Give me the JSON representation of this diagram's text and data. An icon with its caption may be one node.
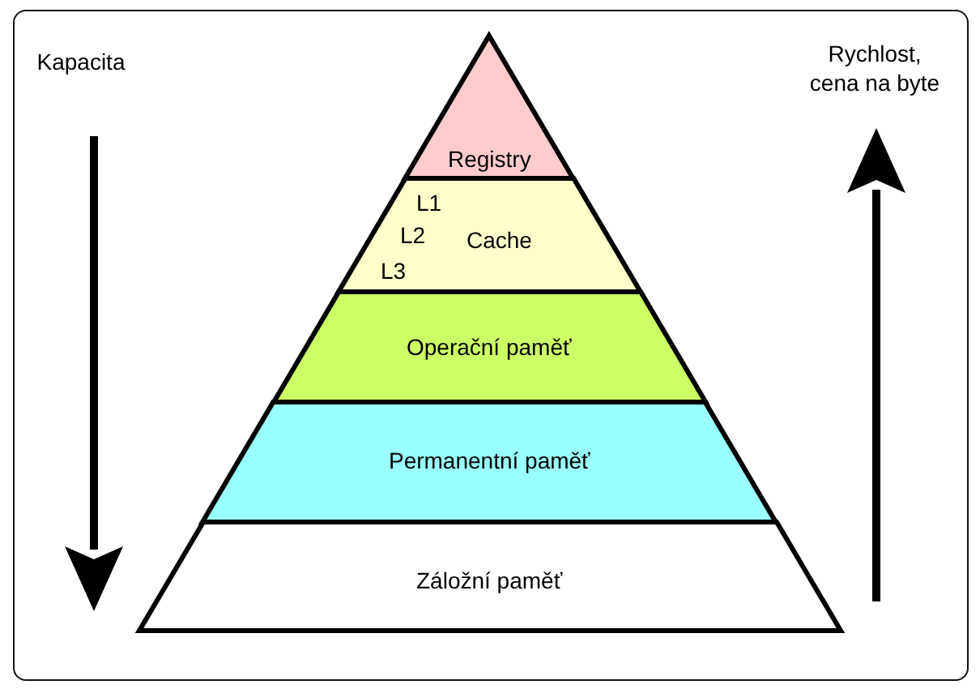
{
  "diagram": {
    "nodes": [
      {
        "text": [
          "Registry"
        ]
      },
      {
        "text": [
          "L1",
          "L2",
          "Cache",
          "L3"
        ]
      },
      {
        "text": [
          "Operační paměť"
        ]
      },
      {
        "text": [
          "Permanentní paměť"
        ]
      },
      {
        "text": [
          "Záložní paměť"
        ]
      }
    ],
    "labels": [
      "Kapacita",
      "Rychlost, cena na byte"
    ]
  }
}
